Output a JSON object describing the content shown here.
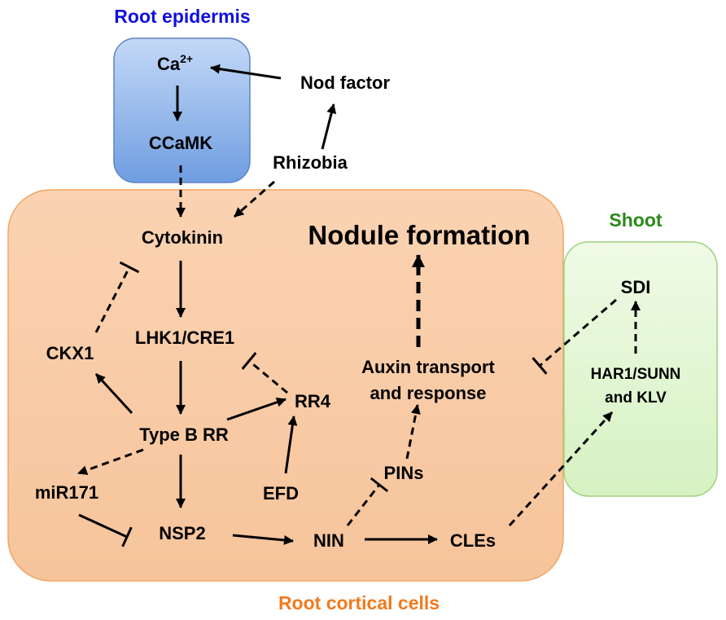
{
  "regions": {
    "epidermis": {
      "title": "Root epidermis",
      "color": "#1010e0"
    },
    "cortical": {
      "title": "Root cortical cells",
      "color": "#f07a1e"
    },
    "shoot": {
      "title": "Shoot",
      "color": "#2a8a1a"
    }
  },
  "nodes": {
    "ca_base": "Ca",
    "ca_sup": "2+",
    "nod_factor": "Nod factor",
    "ccamk": "CCaMK",
    "rhizobia": "Rhizobia",
    "cytokinin": "Cytokinin",
    "nodule_formation": "Nodule formation",
    "lhk1": "LHK1/CRE1",
    "ckx1": "CKX1",
    "rr4": "RR4",
    "auxin_line1": "Auxin transport",
    "auxin_line2": "and response",
    "type_b_rr": "Type B RR",
    "efd": "EFD",
    "mir171": "miR171",
    "pins": "PINs",
    "nsp2": "NSP2",
    "nin": "NIN",
    "cles": "CLEs",
    "sdi": "SDI",
    "har1_line1": "HAR1/SUNN",
    "har1_line2": "and KLV"
  },
  "edges": [
    {
      "from": "Nod factor",
      "to": "Ca2+",
      "type": "activation",
      "style": "solid"
    },
    {
      "from": "Ca2+",
      "to": "CCaMK",
      "type": "activation",
      "style": "solid"
    },
    {
      "from": "Rhizobia",
      "to": "Nod factor",
      "type": "activation",
      "style": "solid"
    },
    {
      "from": "CCaMK",
      "to": "Cytokinin",
      "type": "activation",
      "style": "dashed"
    },
    {
      "from": "Rhizobia",
      "to": "Cytokinin",
      "type": "activation",
      "style": "dashed"
    },
    {
      "from": "Cytokinin",
      "to": "LHK1/CRE1",
      "type": "activation",
      "style": "solid"
    },
    {
      "from": "CKX1",
      "to": "Cytokinin",
      "type": "inhibition",
      "style": "dashed"
    },
    {
      "from": "LHK1/CRE1",
      "to": "Type B RR",
      "type": "activation",
      "style": "solid"
    },
    {
      "from": "Type B RR",
      "to": "CKX1",
      "type": "activation",
      "style": "solid"
    },
    {
      "from": "Type B RR",
      "to": "RR4",
      "type": "activation",
      "style": "solid"
    },
    {
      "from": "RR4",
      "to": "LHK1/CRE1",
      "type": "inhibition",
      "style": "dashed"
    },
    {
      "from": "EFD",
      "to": "RR4",
      "type": "activation",
      "style": "solid"
    },
    {
      "from": "Type B RR",
      "to": "miR171",
      "type": "activation",
      "style": "dashed"
    },
    {
      "from": "Type B RR",
      "to": "NSP2",
      "type": "activation",
      "style": "solid"
    },
    {
      "from": "miR171",
      "to": "NSP2",
      "type": "inhibition",
      "style": "solid"
    },
    {
      "from": "NSP2",
      "to": "NIN",
      "type": "activation",
      "style": "solid"
    },
    {
      "from": "NIN",
      "to": "CLEs",
      "type": "activation",
      "style": "solid"
    },
    {
      "from": "NIN",
      "to": "PINs",
      "type": "inhibition",
      "style": "dashed"
    },
    {
      "from": "PINs",
      "to": "Auxin transport and response",
      "type": "activation",
      "style": "dashed"
    },
    {
      "from": "Auxin transport and response",
      "to": "Nodule formation",
      "type": "activation",
      "style": "dashed"
    },
    {
      "from": "CLEs",
      "to": "HAR1/SUNN and KLV",
      "type": "activation",
      "style": "dashed"
    },
    {
      "from": "HAR1/SUNN and KLV",
      "to": "SDI",
      "type": "activation",
      "style": "dashed"
    },
    {
      "from": "SDI",
      "to": "Auxin transport and response",
      "type": "inhibition",
      "style": "dashed"
    }
  ]
}
